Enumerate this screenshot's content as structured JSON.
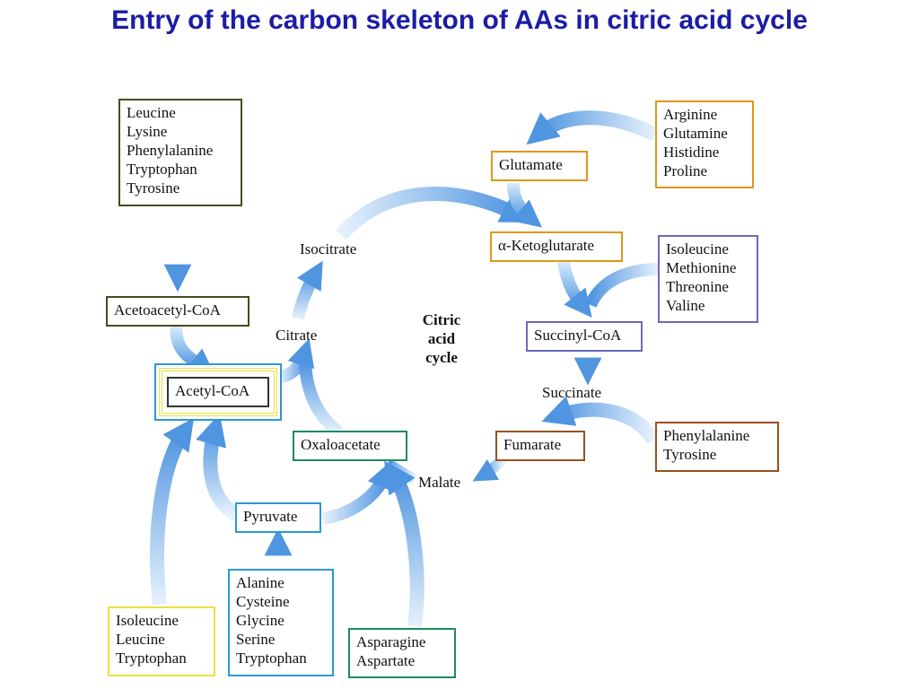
{
  "title": "Entry of the carbon skeleton of AAs in citric acid cycle",
  "colors": {
    "title": "#1c1ca6",
    "arrow": "#5aa0e6",
    "olive": "#4a4a1e",
    "orange": "#e0961a",
    "blue_purple": "#6a6ab8",
    "brown": "#9a5020",
    "cyan": "#2a98d8",
    "yellow": "#ece040",
    "green": "#1f8a60"
  },
  "boxes": {
    "ketogenic_group": [
      "Leucine",
      "Lysine",
      "Phenylalanine",
      "Tryptophan",
      "Tyrosine"
    ],
    "acetoacetyl_coa": "Acetoacetyl-CoA",
    "acetyl_coa": "Acetyl-CoA",
    "glutamate_group": [
      "Arginine",
      "Glutamine",
      "Histidine",
      "Proline"
    ],
    "glutamate": "Glutamate",
    "alpha_ketoglutarate": "α-Ketoglutarate",
    "succinyl_group": [
      "Isoleucine",
      "Methionine",
      "Threonine",
      "Valine"
    ],
    "succinyl_coa": "Succinyl-CoA",
    "fumarate": "Fumarate",
    "fumarate_group": [
      "Phenylalanine",
      "Tyrosine"
    ],
    "oxaloacetate": "Oxaloacetate",
    "pyruvate": "Pyruvate",
    "pyruvate_group": [
      "Alanine",
      "Cysteine",
      "Glycine",
      "Serine",
      "Tryptophan"
    ],
    "acetyl_group": [
      "Isoleucine",
      "Leucine",
      "Tryptophan"
    ],
    "oxaloacetate_group": [
      "Asparagine",
      "Aspartate"
    ]
  },
  "labels": {
    "isocitrate": "Isocitrate",
    "citrate": "Citrate",
    "succinate": "Succinate",
    "malate": "Malate",
    "cycle": [
      "Citric",
      "acid",
      "cycle"
    ]
  }
}
